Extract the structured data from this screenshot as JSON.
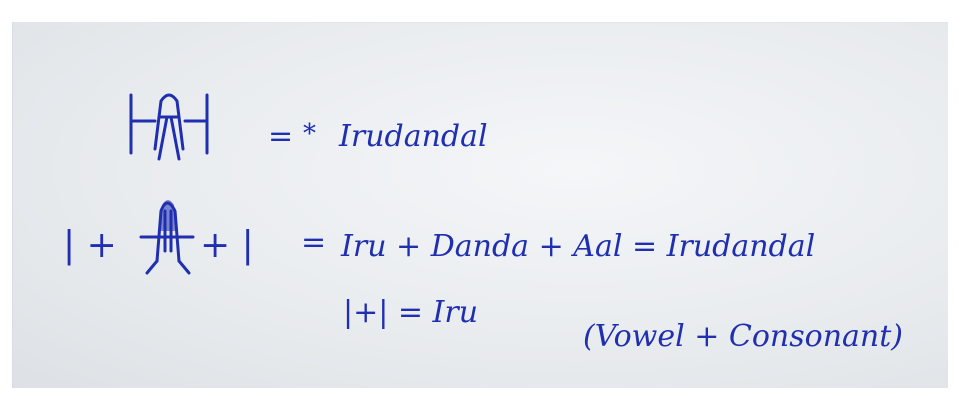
{
  "line1": {
    "equals": "=",
    "mark": "*",
    "word": "Irudandal"
  },
  "line2": {
    "prefix": "| +",
    "suffix": "+ |",
    "equals": "=",
    "expression": "Iru + Danda + Aal = Irudandal"
  },
  "line3": {
    "text": "|+| = Iru"
  },
  "line4": {
    "text": "(Vowel + Consonant)"
  },
  "icons": {
    "glyph_combined": "tamil-letter-irudandal-icon",
    "glyph_single": "tamil-letter-aal-icon"
  },
  "colors": {
    "ink": "#1f2fb0",
    "paper": "#e9ecef"
  }
}
